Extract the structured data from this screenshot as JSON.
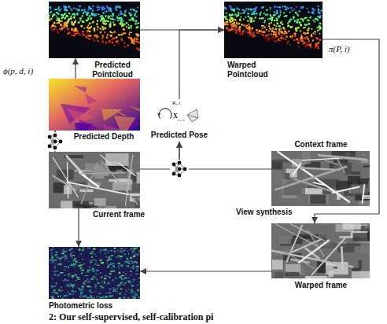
{
  "diagram": {
    "nodes": [
      {
        "text": [
          "Predicted Pointcloud"
        ]
      },
      {
        "text": [
          "Warped Pointcloud"
        ]
      },
      {
        "text": [
          "Predicted Depth"
        ]
      },
      {
        "text": [
          "Predicted Pose"
        ]
      },
      {
        "text": [
          "Current frame"
        ]
      },
      {
        "text": [
          "Context frame"
        ]
      },
      {
        "text": [
          "Warped frame"
        ]
      },
      {
        "text": [
          "Photometric loss"
        ]
      }
    ],
    "edges": [
      {
        "from": 0,
        "to": 1,
        "arrow": "to"
      },
      {
        "from": 3,
        "to": 1,
        "arrow": "to"
      },
      {
        "from": 1,
        "to": 6,
        "arrow": "to"
      },
      {
        "from": 2,
        "to": 0,
        "arrow": "to"
      },
      {
        "from": 4,
        "to": 2,
        "arrow": "to"
      },
      {
        "from": 4,
        "to": 3,
        "arrow": "to"
      },
      {
        "from": 5,
        "to": 3,
        "arrow": "to"
      },
      {
        "from": 4,
        "to": 7,
        "arrow": "to"
      },
      {
        "from": 6,
        "to": 7,
        "arrow": "to"
      }
    ],
    "labels": [
      "ϕ(p, d, i)",
      "π(P, i)",
      "R, t",
      "X",
      "t→c",
      "View synthesis"
    ],
    "caption": "2: Our self-supervised, self-calibration pi"
  }
}
